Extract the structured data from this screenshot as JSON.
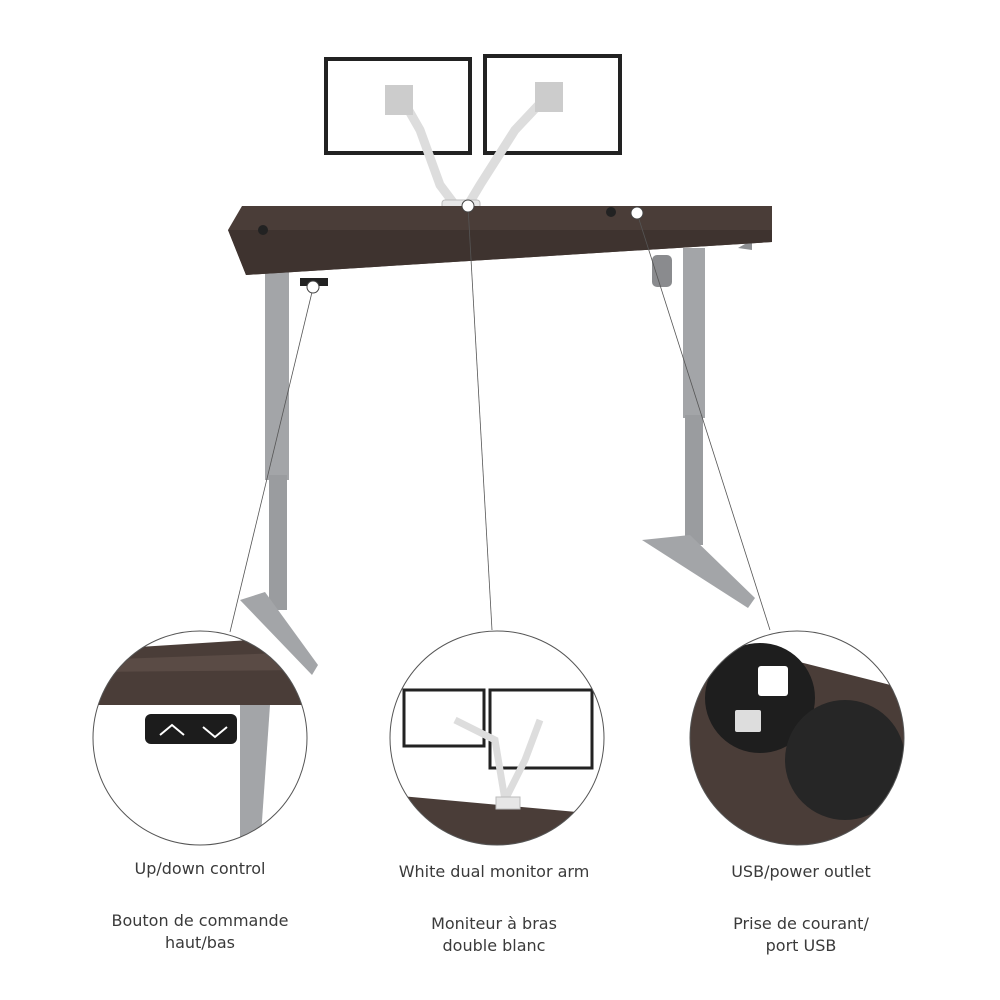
{
  "features": [
    {
      "label_en": "Up/down control",
      "label_fr": "Bouton de commande haut/bas"
    },
    {
      "label_en": "White dual monitor arm",
      "label_fr": "Moniteur à bras double blanc"
    },
    {
      "label_en": "USB/power outlet",
      "label_fr": "Prise de courant/ port USB"
    }
  ],
  "colors": {
    "desktop": "#4a3d38",
    "frame": "#a3a5a8",
    "monitor": "#222222",
    "arm": "#e6e6e6"
  }
}
